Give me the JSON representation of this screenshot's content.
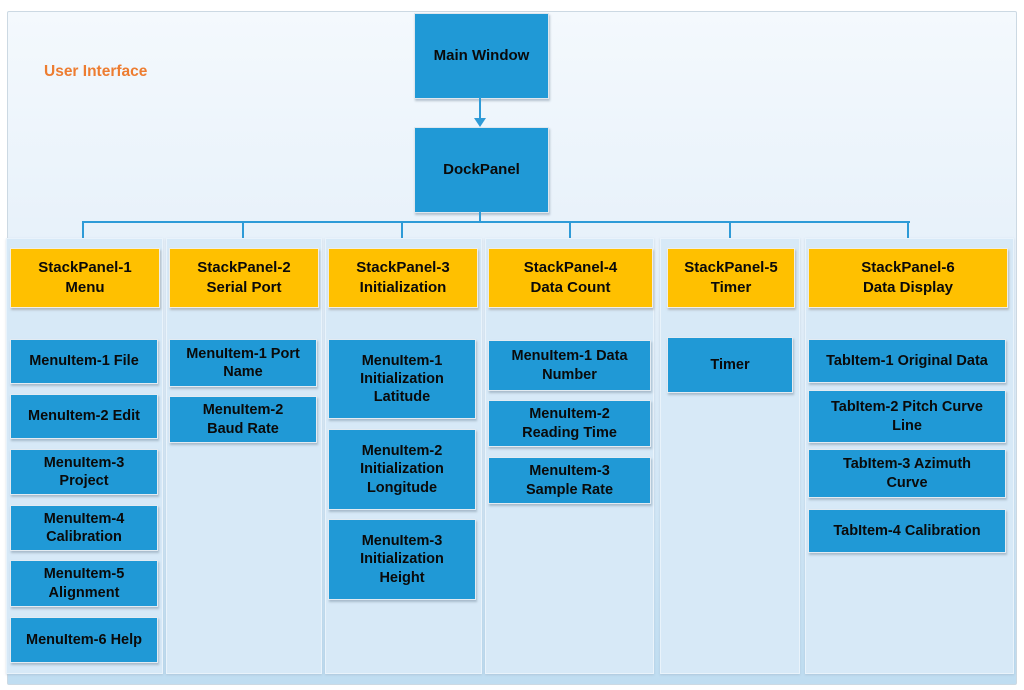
{
  "title": "User Interface",
  "root_node": {
    "label": "Main Window"
  },
  "dock_node": {
    "label": "DockPanel"
  },
  "panels": [
    {
      "header": "StackPanel-1\nMenu",
      "items": [
        "MenuItem-1 File",
        "MenuItem-2 Edit",
        "MenuItem-3\nProject",
        "MenuItem-4\nCalibration",
        "MenuItem-5\nAlignment",
        "MenuItem-6 Help"
      ]
    },
    {
      "header": "StackPanel-2\nSerial Port",
      "items": [
        "MenuItem-1 Port\nName",
        "MenuItem-2\nBaud Rate"
      ]
    },
    {
      "header": "StackPanel-3\nInitialization",
      "items": [
        "MenuItem-1\nInitialization\nLatitude",
        "MenuItem-2\nInitialization\nLongitude",
        "MenuItem-3\nInitialization\nHeight"
      ]
    },
    {
      "header": "StackPanel-4\nData Count",
      "items": [
        "MenuItem-1 Data\nNumber",
        "MenuItem-2\nReading Time",
        "MenuItem-3\nSample Rate"
      ]
    },
    {
      "header": "StackPanel-5\nTimer",
      "items": [
        "Timer"
      ]
    },
    {
      "header": "StackPanel-6\nData Display",
      "items": [
        "TabItem-1 Original Data",
        "TabItem-2 Pitch Curve\nLine",
        "TabItem-3 Azimuth\nCurve",
        "TabItem-4 Calibration"
      ]
    }
  ],
  "colors": {
    "node_blue": "#2099d6",
    "header_orange": "#ffc000",
    "title_orange": "#ed7d31",
    "connector": "#2e9bd7",
    "panel_bg_bottom": "#bfddf1",
    "column_bg": "#d7e9f7"
  }
}
